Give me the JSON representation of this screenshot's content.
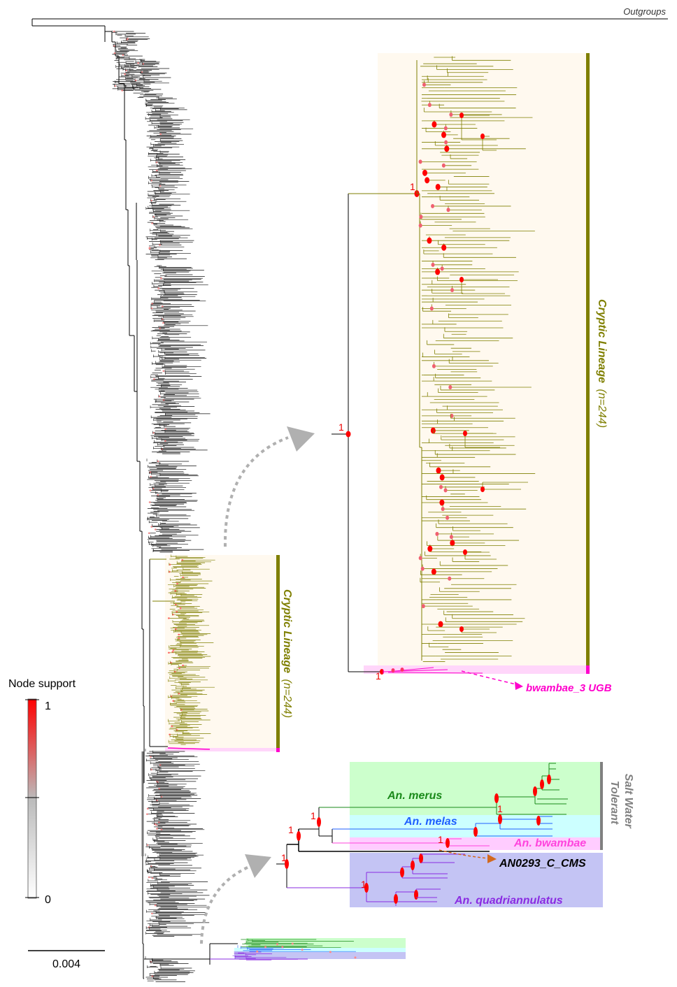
{
  "outgroups_label": "Outgroups",
  "legend": {
    "title": "Node support",
    "max_label": "1",
    "min_label": "0",
    "color_high": "#ff0000",
    "color_low": "#ffffff"
  },
  "scale_bar": {
    "label": "0.004"
  },
  "small_clade": {
    "name": "Cryptic Lineage",
    "count": "(n=244)"
  },
  "zoom_cryptic": {
    "root_support": "1",
    "inner_support": "1",
    "clade_name": "Cryptic Lineage",
    "clade_count": "(n=244)",
    "outgroup_support": "1",
    "outgroup_label": "bwambae_3 UGB"
  },
  "zoom_salt": {
    "group_label_line1": "Salt Water",
    "group_label_line2": "Tolerant",
    "species": [
      {
        "name": "An. merus",
        "color": "#1a8a1a"
      },
      {
        "name": "An. melas",
        "color": "#1f5fff"
      },
      {
        "name": "An. bwambae",
        "color": "#ff44dd"
      },
      {
        "name": "AN0293_C_CMS",
        "color": "#000000"
      },
      {
        "name": "An. quadriannulatus",
        "color": "#8a2be2"
      }
    ],
    "supports": [
      "1",
      "1",
      "1",
      "1",
      "1",
      "1"
    ]
  },
  "colors": {
    "cryptic": "#7f7f00",
    "cryptic_bg": "#fff9ef",
    "magenta": "#ff00cc",
    "merus_bg": "#ccffcc",
    "melas_bg": "#ccffff",
    "bwambae_bg": "#ffccff",
    "quad_bg": "#c4c4f4",
    "salt_bar": "#808080",
    "arrow_gray": "#b0b0b0",
    "arrow_orange": "#d2691e"
  }
}
